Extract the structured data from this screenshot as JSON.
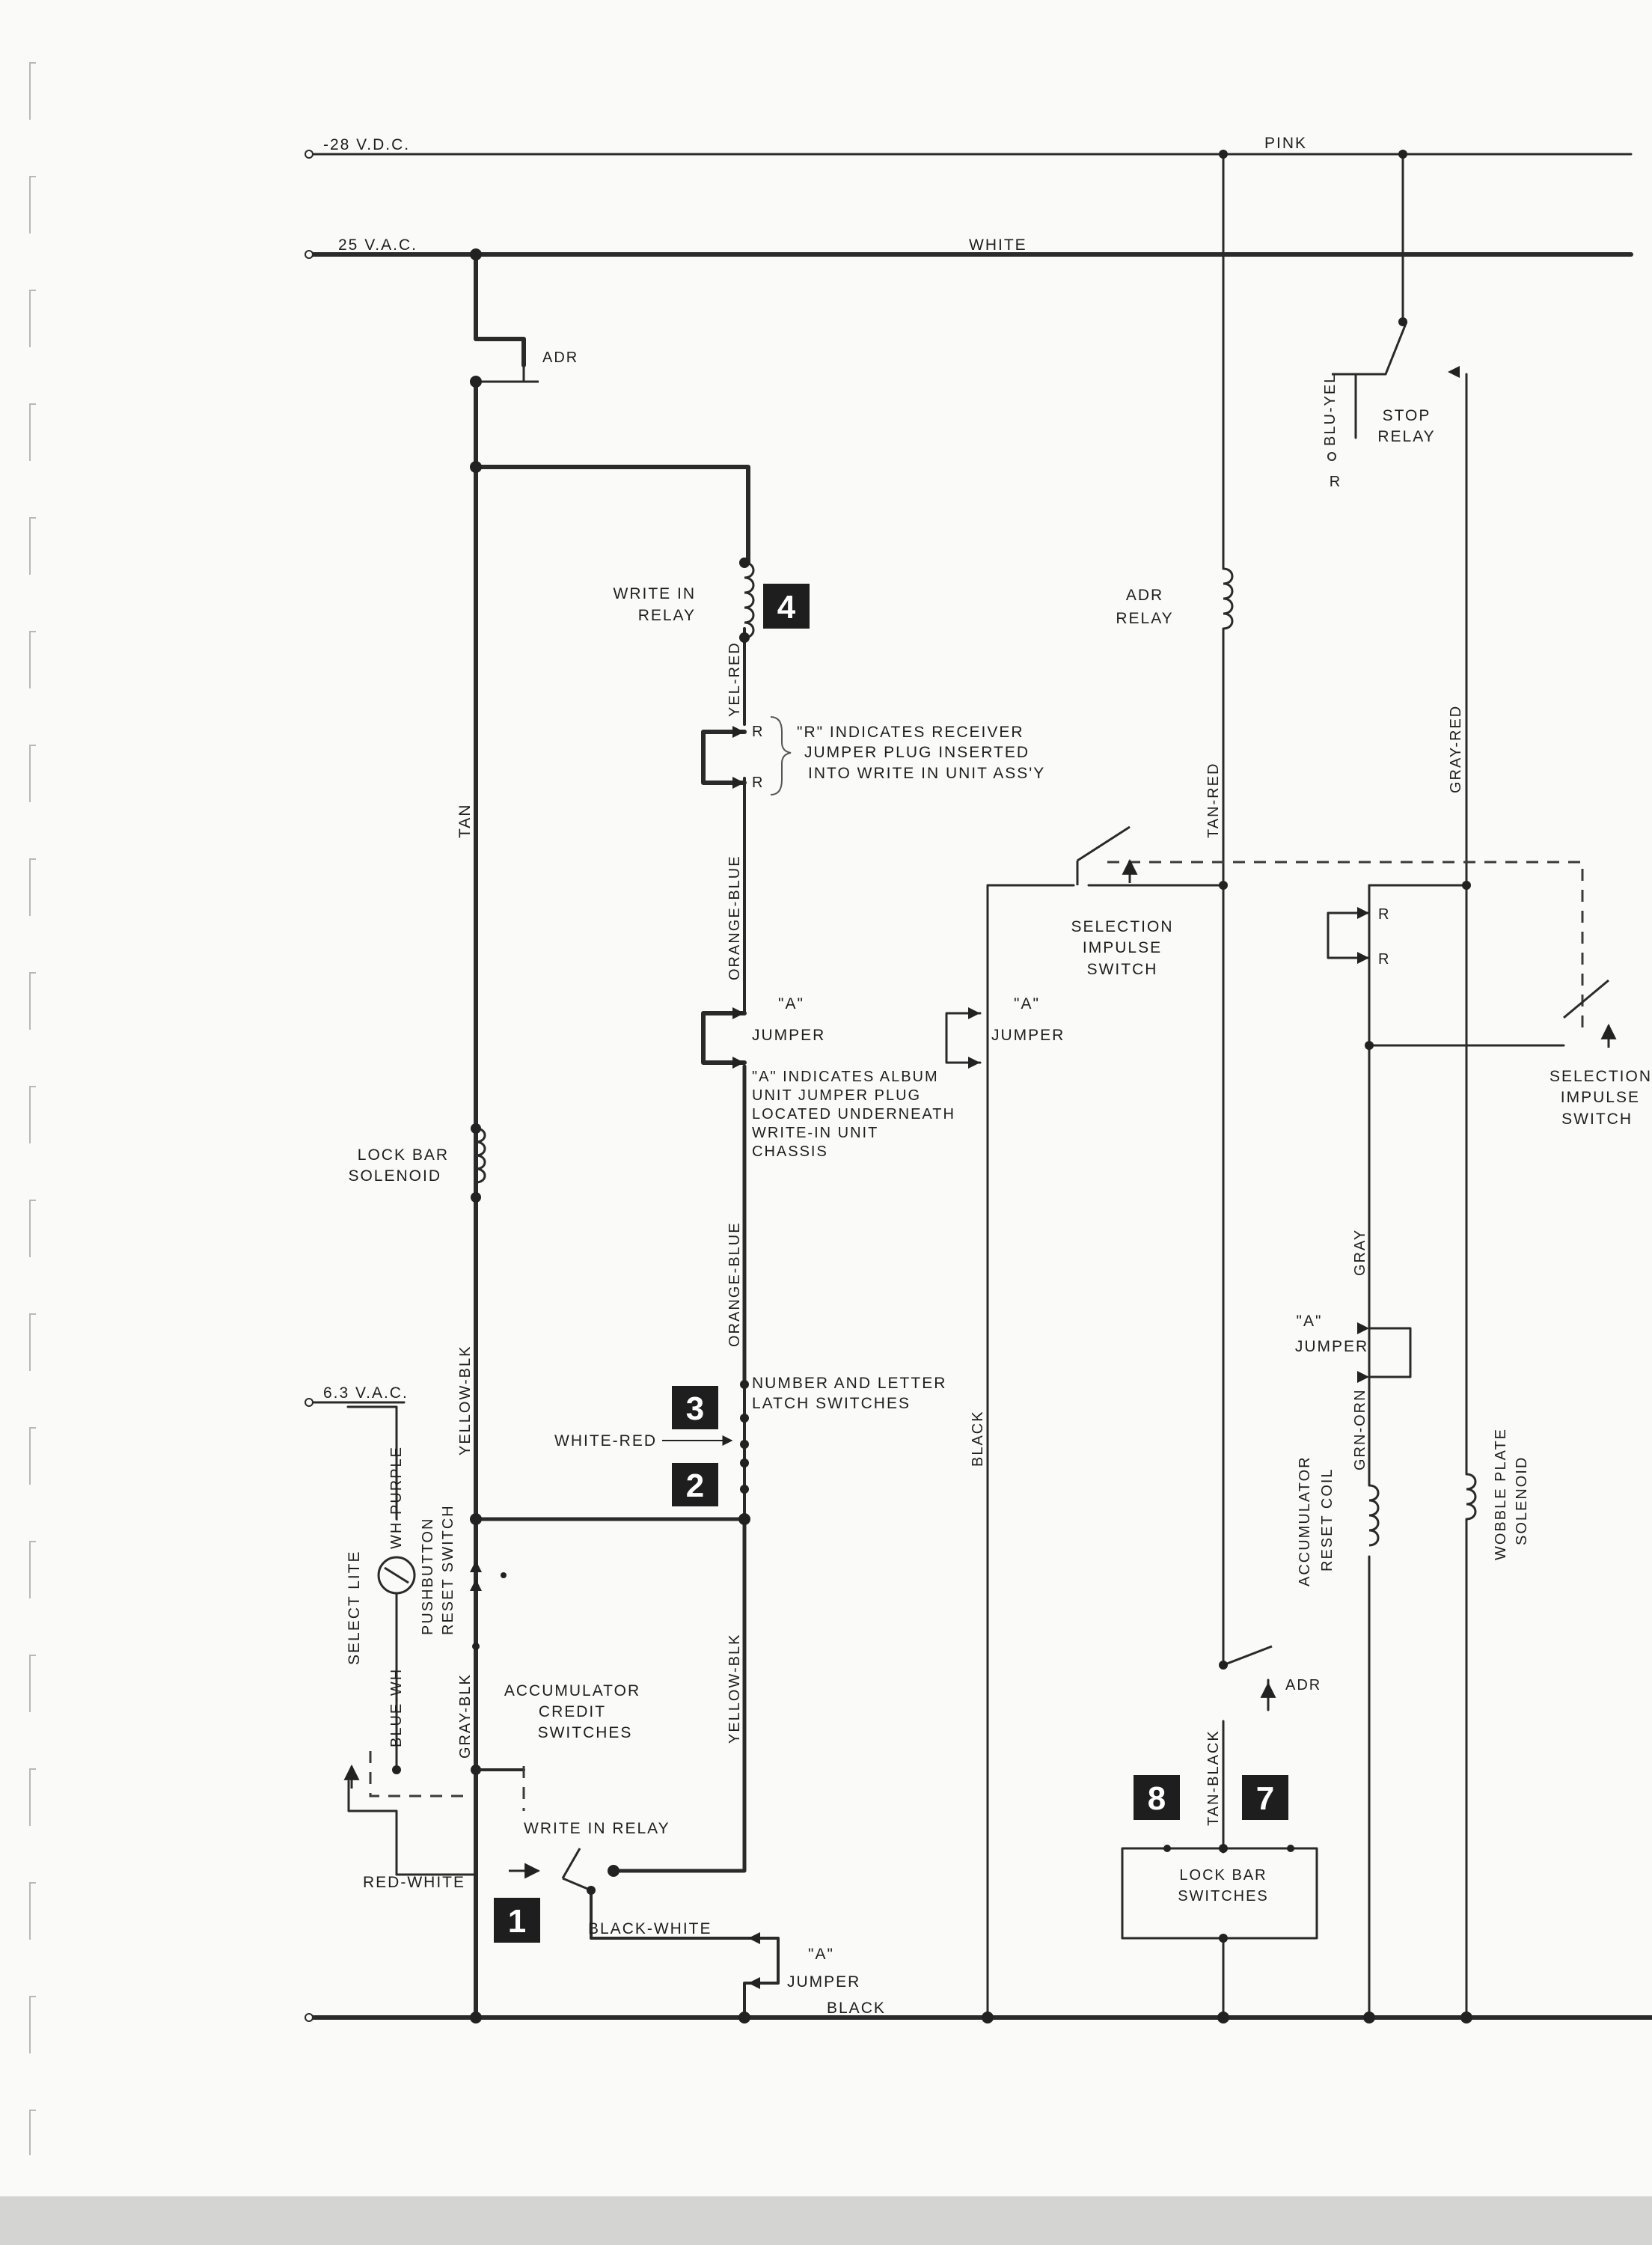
{
  "page_title": "",
  "labels": {
    "v28": "-28 V.D.C.",
    "v25": "25 V.A.C.",
    "v63": "6.3 V.A.C.",
    "pink": "PINK",
    "white": "WHITE",
    "adr_top": "ADR",
    "stop_relay": [
      "STOP",
      "RELAY"
    ],
    "blu_yel": "BLU-YEL",
    "r_stop": "R",
    "write_in_relay": [
      "WRITE IN",
      "RELAY"
    ],
    "adr_relay": [
      "ADR",
      "RELAY"
    ],
    "yel_red": "YEL-RED",
    "r_note": [
      "\"R\" INDICATES RECEIVER",
      "JUMPER PLUG INSERTED",
      "INTO WRITE IN UNIT ASS'Y"
    ],
    "tan": "TAN",
    "tan_red": "TAN-RED",
    "gray_red": "GRAY-RED",
    "orange_blue_1": "ORANGE-BLUE",
    "orange_blue_2": "ORANGE-BLUE",
    "selection_impulse_switch_1": [
      "SELECTION",
      "IMPULSE",
      "SWITCH"
    ],
    "selection_impulse_switch_2": [
      "SELECTION",
      "IMPULSE",
      "SWITCH"
    ],
    "a_jumper_1": [
      "\"A\"",
      "JUMPER"
    ],
    "a_jumper_2": [
      "\"A\"",
      "JUMPER"
    ],
    "a_jumper_3": [
      "\"A\"",
      "JUMPER"
    ],
    "a_jumper_4": [
      "\"A\"",
      "JUMPER"
    ],
    "a_note": [
      "\"A\" INDICATES ALBUM",
      "UNIT JUMPER PLUG",
      "LOCATED UNDERNEATH",
      "WRITE-IN UNIT",
      "CHASSIS"
    ],
    "r_a": "R",
    "r_b": "R",
    "r_c": "R",
    "r_d": "R",
    "lock_bar_solenoid": [
      "LOCK BAR",
      "SOLENOID"
    ],
    "gray": "GRAY",
    "yellow_blk_1": "YELLOW-BLK",
    "yellow_blk_2": "YELLOW-BLK",
    "number_letter": [
      "NUMBER AND LETTER",
      "LATCH SWITCHES"
    ],
    "white_red": "WHITE-RED",
    "black_mid": "BLACK",
    "grn_orn": "GRN-ORN",
    "accumulator_reset_coil": [
      "ACCUMULATOR",
      "RESET COIL"
    ],
    "wobble_plate_solenoid": [
      "WOBBLE PLATE",
      "SOLENOID"
    ],
    "select_lite": "SELECT LITE",
    "wh_purple": "WH-PURPLE",
    "blue_wh": "BLUE-WH",
    "pushbutton_reset": [
      "PUSHBUTTON",
      "RESET SWITCH"
    ],
    "gray_blk": "GRAY-BLK",
    "accumulator_credit": [
      "ACCUMULATOR",
      "CREDIT",
      "SWITCHES"
    ],
    "write_in_relay_2": "WRITE IN RELAY",
    "red_white": "RED-WHITE",
    "black_white": "BLACK-WHITE",
    "black_bottom": "BLACK",
    "adr_bottom": "ADR",
    "tan_black": "TAN-BLACK",
    "lock_bar_switches": [
      "LOCK BAR",
      "SWITCHES"
    ]
  },
  "badges": {
    "b1": "1",
    "b2": "2",
    "b3": "3",
    "b4": "4",
    "b7": "7",
    "b8": "8"
  }
}
